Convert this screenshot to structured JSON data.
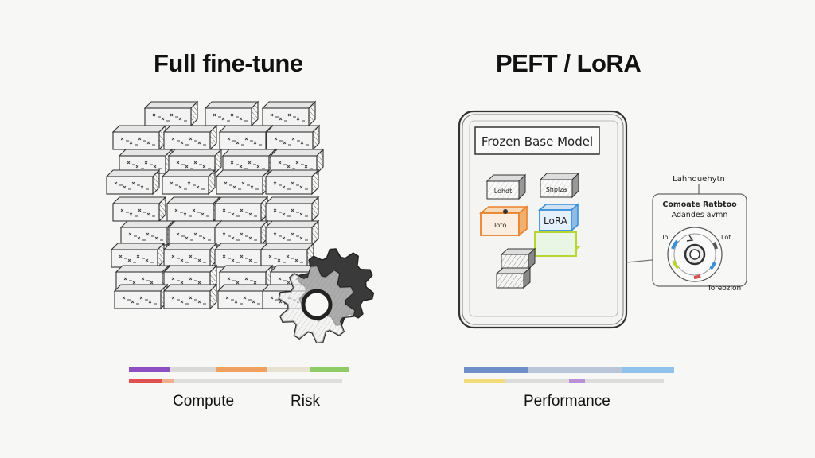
{
  "titles": {
    "left": "Full fine-tune",
    "right": "PEFT / LoRA"
  },
  "peft_panel": {
    "header": "Frozen Base Model",
    "small_boxes": [
      "Lohdt",
      "Shplza",
      "Toto",
      "LoRA"
    ],
    "side_widget": {
      "top_label": "Lahnduehytn",
      "line1": "Comoate Ratbtoo",
      "line2": "Adandes avmn",
      "left_tick": "Tol",
      "right_tick": "Lot",
      "bottom_label": "Toreozlon"
    }
  },
  "bars": {
    "left_top_colors": [
      "#8e4fc2",
      "#d9d9d9",
      "#f0a060",
      "#e8e2d2",
      "#8fcc66"
    ],
    "left_bottom_colors": [
      "#e05050",
      "#f0b090",
      "#dedede"
    ],
    "right_top_colors": [
      "#6f8fc8",
      "#b9c5d8",
      "#8fc3ee"
    ],
    "right_bottom_colors": [
      "#f2dc7a",
      "#dcdcdc",
      "#b98fd6",
      "#dcdcdc"
    ]
  },
  "labels": {
    "compute": "Compute",
    "risk": "Risk",
    "performance": "Performance"
  },
  "colors": {
    "ink": "#222222",
    "lora_orange": "#e8822c",
    "lora_blue": "#3a8fd6",
    "lora_green": "#b8d630",
    "gear_dark": "#3a3a3a"
  }
}
